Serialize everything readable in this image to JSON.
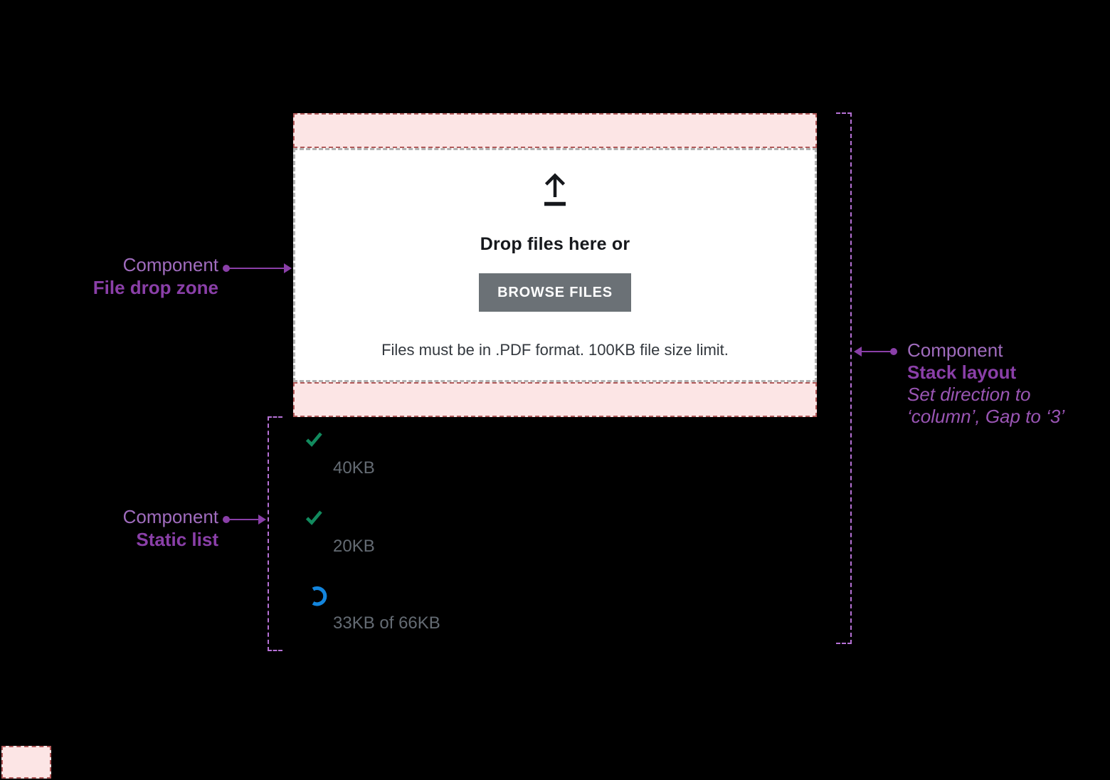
{
  "app": {
    "background": "#000000"
  },
  "drop_zone": {
    "title": "Drop files here or",
    "browse_button": "BROWSE FILES",
    "note": "Files must be in .PDF format. 100KB file size limit.",
    "colors": {
      "band_fill": "#fce5e5",
      "band_border": "#b25b5b",
      "inner_border": "#b2b2b2",
      "button_bg": "#6b7176",
      "button_text": "#ffffff"
    }
  },
  "static_list": {
    "items": [
      {
        "state": "uploaded",
        "icon": "check-icon",
        "size": "40KB"
      },
      {
        "state": "uploaded",
        "icon": "check-icon",
        "size": "20KB"
      },
      {
        "state": "uploading",
        "icon": "spinner-icon",
        "size": "33KB of 66KB"
      }
    ],
    "colors": {
      "check": "#128a5e",
      "spinner": "#1385dd",
      "size_text": "#646b73"
    }
  },
  "annotations": {
    "file_drop_zone": {
      "kicker": "Component",
      "title": "File drop zone"
    },
    "static_list": {
      "kicker": "Component",
      "title": "Static list"
    },
    "stack_layout": {
      "kicker": "Component",
      "title": "Stack layout",
      "note_line1": "Set direction to",
      "note_line2": "‘column’, Gap to ‘3’"
    },
    "colors": {
      "accent": "#8a3fa8",
      "accent_light": "#a06cbe",
      "guide_dash": "#b671d6"
    }
  }
}
